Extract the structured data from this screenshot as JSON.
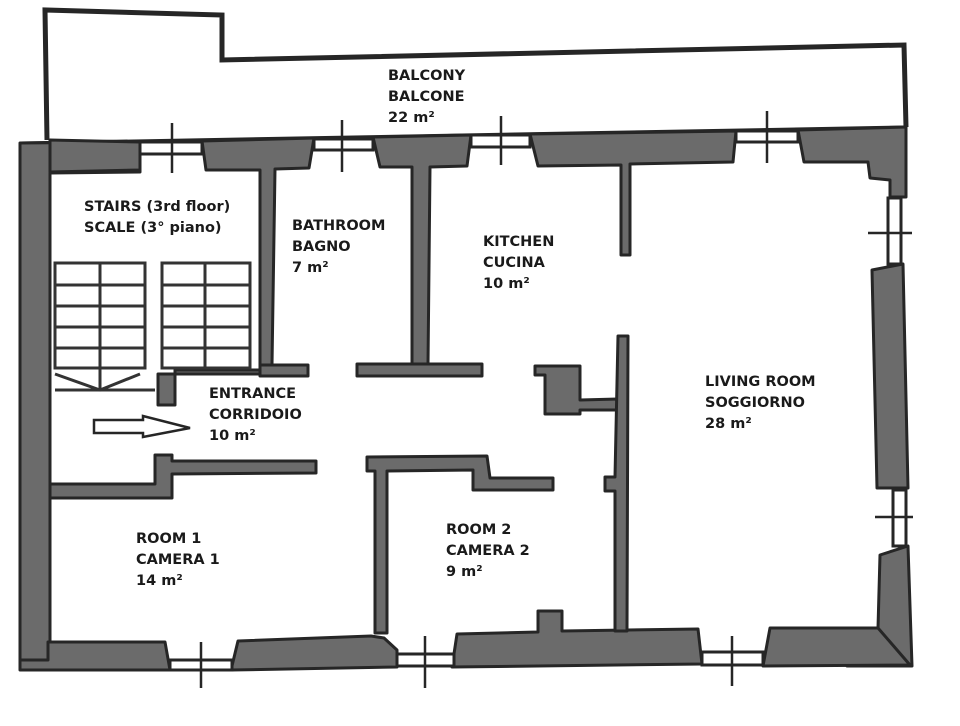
{
  "plan": {
    "rooms": [
      {
        "id": "balcony",
        "name_en": "BALCONY",
        "name_it": "BALCONE",
        "area": "22 m²"
      },
      {
        "id": "stairs",
        "name_en": "STAIRS (3rd floor)",
        "name_it": "SCALE (3° piano)"
      },
      {
        "id": "bathroom",
        "name_en": "BATHROOM",
        "name_it": "BAGNO",
        "area": "7 m²"
      },
      {
        "id": "kitchen",
        "name_en": "KITCHEN",
        "name_it": "CUCINA",
        "area": "10 m²"
      },
      {
        "id": "entrance",
        "name_en": "ENTRANCE",
        "name_it": "CORRIDOIO",
        "area": "10 m²"
      },
      {
        "id": "living",
        "name_en": "LIVING ROOM",
        "name_it": "SOGGIORNO",
        "area": "28 m²"
      },
      {
        "id": "room1",
        "name_en": "ROOM 1",
        "name_it": "CAMERA 1",
        "area": "14 m²"
      },
      {
        "id": "room2",
        "name_en": "ROOM 2",
        "name_it": "CAMERA 2",
        "area": "9 m²"
      }
    ],
    "icons": {
      "entrance_arrow": "arrow-right"
    },
    "colors": {
      "wall_fill": "#6b6b6b",
      "wall_outline": "#262626",
      "background": "#ffffff"
    }
  }
}
